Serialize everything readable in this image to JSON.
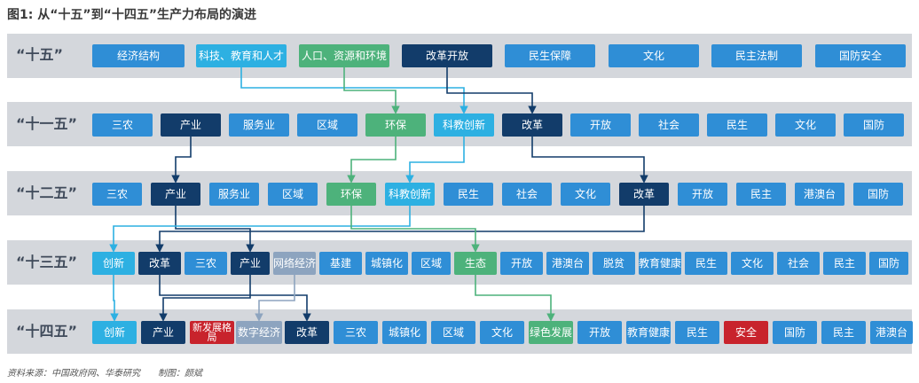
{
  "title": "图1: 从“十五”到“十四五”生产力布局的演进",
  "source": "资料来源：中国政府网、华泰研究　　制图：颜斌",
  "colors": {
    "blue": "#2f8ed6",
    "navy": "#123c6a",
    "green": "#4db27b",
    "cyan": "#2db0e2",
    "red": "#c8232c",
    "gray": "#8da4bf",
    "band": "#d4d7dc"
  },
  "rows": [
    {
      "label": "“十五”",
      "items": [
        {
          "text": "经济结构",
          "color": "blue"
        },
        {
          "text": "科技、教育和人才",
          "color": "cyan"
        },
        {
          "text": "人口、资源和环境",
          "color": "green"
        },
        {
          "text": "改革开放",
          "color": "navy"
        },
        {
          "text": "民生保障",
          "color": "blue"
        },
        {
          "text": "文化",
          "color": "blue"
        },
        {
          "text": "民主法制",
          "color": "blue"
        },
        {
          "text": "国防安全",
          "color": "blue"
        }
      ]
    },
    {
      "label": "“十一五”",
      "items": [
        {
          "text": "三农",
          "color": "blue"
        },
        {
          "text": "产业",
          "color": "navy"
        },
        {
          "text": "服务业",
          "color": "blue"
        },
        {
          "text": "区域",
          "color": "blue"
        },
        {
          "text": "环保",
          "color": "green"
        },
        {
          "text": "科教创新",
          "color": "cyan"
        },
        {
          "text": "改革",
          "color": "navy"
        },
        {
          "text": "开放",
          "color": "blue"
        },
        {
          "text": "社会",
          "color": "blue"
        },
        {
          "text": "民生",
          "color": "blue"
        },
        {
          "text": "文化",
          "color": "blue"
        },
        {
          "text": "国防",
          "color": "blue"
        }
      ]
    },
    {
      "label": "“十二五”",
      "items": [
        {
          "text": "三农",
          "color": "blue"
        },
        {
          "text": "产业",
          "color": "navy"
        },
        {
          "text": "服务业",
          "color": "blue"
        },
        {
          "text": "区域",
          "color": "blue"
        },
        {
          "text": "环保",
          "color": "green"
        },
        {
          "text": "科教创新",
          "color": "cyan"
        },
        {
          "text": "民生",
          "color": "blue"
        },
        {
          "text": "社会",
          "color": "blue"
        },
        {
          "text": "文化",
          "color": "blue"
        },
        {
          "text": "改革",
          "color": "navy"
        },
        {
          "text": "开放",
          "color": "blue"
        },
        {
          "text": "民主",
          "color": "blue"
        },
        {
          "text": "港澳台",
          "color": "blue"
        },
        {
          "text": "国防",
          "color": "blue"
        }
      ]
    },
    {
      "label": "“十三五”",
      "items": [
        {
          "text": "创新",
          "color": "cyan"
        },
        {
          "text": "改革",
          "color": "navy"
        },
        {
          "text": "三农",
          "color": "blue"
        },
        {
          "text": "产业",
          "color": "navy"
        },
        {
          "text": "网络经济",
          "color": "gray"
        },
        {
          "text": "基建",
          "color": "blue"
        },
        {
          "text": "城镇化",
          "color": "blue"
        },
        {
          "text": "区域",
          "color": "blue"
        },
        {
          "text": "生态",
          "color": "green"
        },
        {
          "text": "开放",
          "color": "blue"
        },
        {
          "text": "港澳台",
          "color": "blue"
        },
        {
          "text": "脱贫",
          "color": "blue"
        },
        {
          "text": "教育健康",
          "color": "blue"
        },
        {
          "text": "民生",
          "color": "blue"
        },
        {
          "text": "文化",
          "color": "blue"
        },
        {
          "text": "社会",
          "color": "blue"
        },
        {
          "text": "民主",
          "color": "blue"
        },
        {
          "text": "国防",
          "color": "blue"
        }
      ]
    },
    {
      "label": "“十四五”",
      "items": [
        {
          "text": "创新",
          "color": "cyan"
        },
        {
          "text": "产业",
          "color": "navy"
        },
        {
          "text": "新发展格局",
          "color": "red"
        },
        {
          "text": "数字经济",
          "color": "gray"
        },
        {
          "text": "改革",
          "color": "navy"
        },
        {
          "text": "三农",
          "color": "blue"
        },
        {
          "text": "城镇化",
          "color": "blue"
        },
        {
          "text": "区域",
          "color": "blue"
        },
        {
          "text": "文化",
          "color": "blue"
        },
        {
          "text": "绿色发展",
          "color": "green"
        },
        {
          "text": "开放",
          "color": "blue"
        },
        {
          "text": "教育健康",
          "color": "blue"
        },
        {
          "text": "民生",
          "color": "blue"
        },
        {
          "text": "安全",
          "color": "red"
        },
        {
          "text": "国防",
          "color": "blue"
        },
        {
          "text": "民主",
          "color": "blue"
        },
        {
          "text": "港澳台",
          "color": "blue"
        }
      ]
    }
  ],
  "links": [
    {
      "from": "0.1",
      "to": "1.5",
      "color": "cyan"
    },
    {
      "from": "0.2",
      "to": "1.4",
      "color": "green"
    },
    {
      "from": "0.3",
      "to": "1.6",
      "color": "navy"
    },
    {
      "from": "1.1",
      "to": "2.1",
      "color": "navy"
    },
    {
      "from": "1.4",
      "to": "2.4",
      "color": "green"
    },
    {
      "from": "1.5",
      "to": "2.5",
      "color": "cyan"
    },
    {
      "from": "1.6",
      "to": "2.9",
      "color": "navy"
    },
    {
      "from": "2.1",
      "to": "3.3",
      "color": "navy"
    },
    {
      "from": "2.9",
      "to": "3.1",
      "color": "navy"
    },
    {
      "from": "2.5",
      "to": "3.0",
      "color": "cyan"
    },
    {
      "from": "2.4",
      "to": "3.8",
      "color": "green"
    },
    {
      "from": "3.0",
      "to": "4.0",
      "color": "cyan"
    },
    {
      "from": "3.1",
      "to": "4.4",
      "color": "navy"
    },
    {
      "from": "3.3",
      "to": "4.1",
      "color": "navy"
    },
    {
      "from": "3.4",
      "to": "4.3",
      "color": "gray"
    },
    {
      "from": "3.8",
      "to": "4.9",
      "color": "green"
    }
  ]
}
